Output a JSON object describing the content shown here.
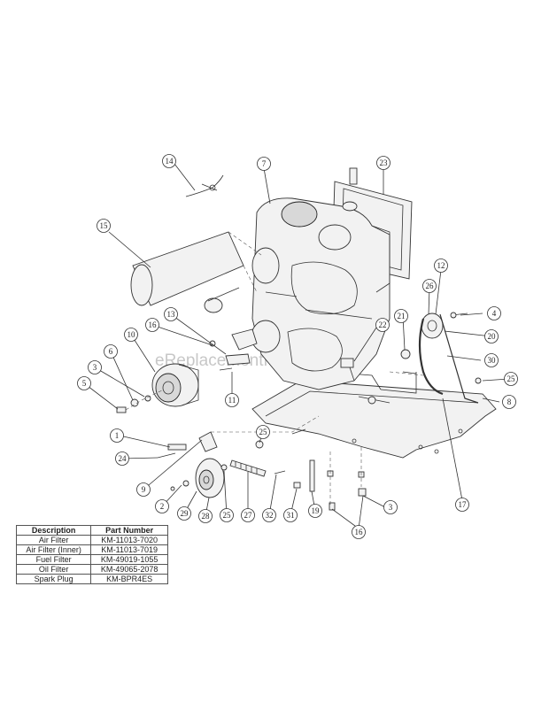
{
  "watermark": "eReplacementParts.com",
  "callouts": [
    {
      "label": "1"
    },
    {
      "label": "2"
    },
    {
      "label": "3"
    },
    {
      "label": "3"
    },
    {
      "label": "4"
    },
    {
      "label": "5"
    },
    {
      "label": "6"
    },
    {
      "label": "7"
    },
    {
      "label": "8"
    },
    {
      "label": "9"
    },
    {
      "label": "10"
    },
    {
      "label": "11"
    },
    {
      "label": "12"
    },
    {
      "label": "13"
    },
    {
      "label": "14"
    },
    {
      "label": "15"
    },
    {
      "label": "16"
    },
    {
      "label": "16"
    },
    {
      "label": "17"
    },
    {
      "label": "19"
    },
    {
      "label": "20"
    },
    {
      "label": "21"
    },
    {
      "label": "22"
    },
    {
      "label": "23"
    },
    {
      "label": "24"
    },
    {
      "label": "25"
    },
    {
      "label": "25"
    },
    {
      "label": "25"
    },
    {
      "label": "26"
    },
    {
      "label": "27"
    },
    {
      "label": "28"
    },
    {
      "label": "29"
    },
    {
      "label": "30"
    },
    {
      "label": "31"
    },
    {
      "label": "32"
    }
  ],
  "parts_table": {
    "headers": [
      "Description",
      "Part Number"
    ],
    "rows": [
      [
        "Air Filter",
        "KM-11013-7020"
      ],
      [
        "Air Filter (Inner)",
        "KM-11013-7019"
      ],
      [
        "Fuel Filter",
        "KM-49019-1055"
      ],
      [
        "Oil Filter",
        "KM-49065-2078"
      ],
      [
        "Spark Plug",
        "KM-BPR4ES"
      ]
    ]
  }
}
